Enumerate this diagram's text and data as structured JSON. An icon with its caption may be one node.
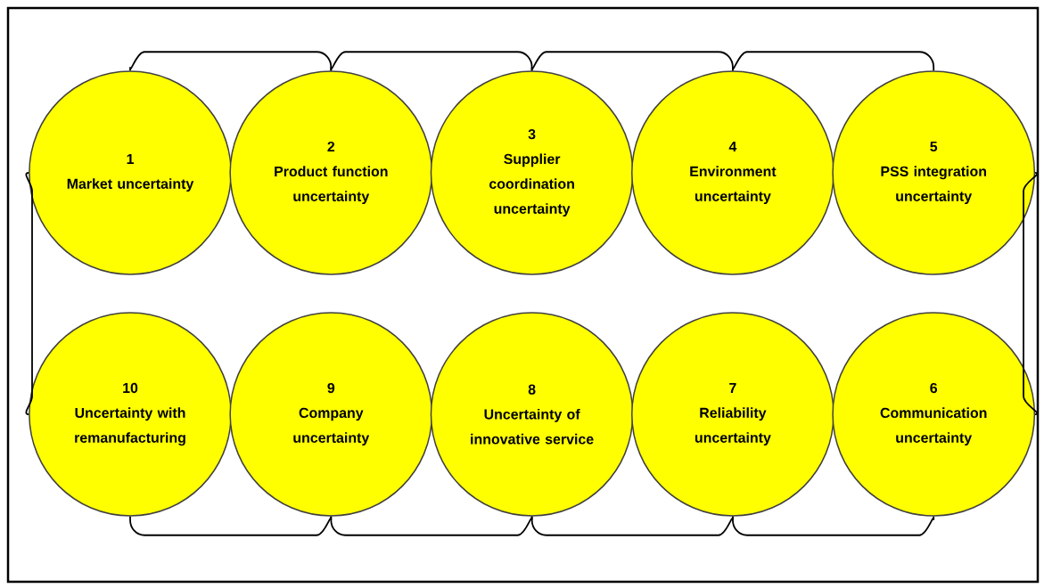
{
  "diagram": {
    "nodes": [
      {
        "text": [
          "1",
          "Market uncertainty"
        ]
      },
      {
        "text": [
          "2",
          "Product function uncertainty"
        ]
      },
      {
        "text": [
          "3",
          "Supplier coordination uncertainty"
        ]
      },
      {
        "text": [
          "4",
          "Environment uncertainty"
        ]
      },
      {
        "text": [
          "5",
          "PSS integration uncertainty"
        ]
      },
      {
        "text": [
          "10",
          "Uncertainty with remanufacturing"
        ]
      },
      {
        "text": [
          "9",
          "Company uncertainty"
        ]
      },
      {
        "text": [
          "8",
          "Uncertainty of innovative service"
        ]
      },
      {
        "text": [
          "7",
          "Reliability uncertainty"
        ]
      },
      {
        "text": [
          "6",
          "Communication uncertainty"
        ]
      }
    ],
    "edges": [
      {
        "from": 0,
        "to": 1,
        "arrow": "none"
      },
      {
        "from": 1,
        "to": 2,
        "arrow": "none"
      },
      {
        "from": 2,
        "to": 3,
        "arrow": "none"
      },
      {
        "from": 3,
        "to": 4,
        "arrow": "none"
      },
      {
        "from": 4,
        "to": 9,
        "arrow": "none"
      },
      {
        "from": 9,
        "to": 8,
        "arrow": "none"
      },
      {
        "from": 8,
        "to": 7,
        "arrow": "none"
      },
      {
        "from": 7,
        "to": 6,
        "arrow": "none"
      },
      {
        "from": 6,
        "to": 5,
        "arrow": "none"
      },
      {
        "from": 5,
        "to": 0,
        "arrow": "none"
      }
    ]
  }
}
